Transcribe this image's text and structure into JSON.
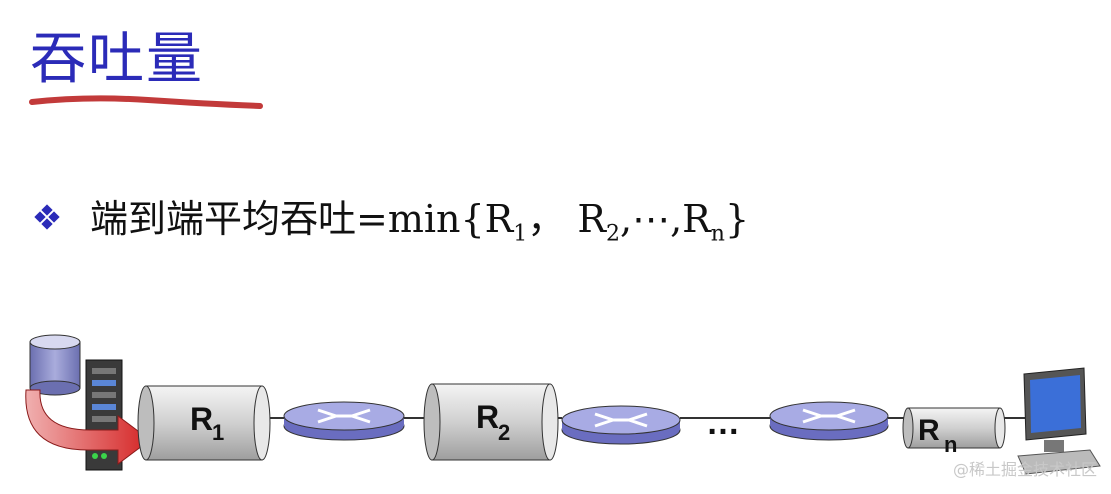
{
  "title": "吞吐量",
  "bullet": {
    "prefix": "端到端平均吞吐=min{R",
    "r1_sub": "1",
    "sep1": "， R",
    "r2_sub": "2",
    "sep2": ",⋯,R",
    "rn_sub": "n",
    "suffix": "}"
  },
  "diagram": {
    "links": [
      {
        "label": "R",
        "sub": "1"
      },
      {
        "label": "R",
        "sub": "2"
      },
      {
        "label": "R",
        "sub": "n"
      }
    ],
    "ellipsis": "…",
    "icons": [
      "database-icon",
      "server-icon",
      "router-icon",
      "computer-icon"
    ]
  },
  "watermark": "@稀土掘金技术社区",
  "colors": {
    "title": "#2b2bb8",
    "underline": "#c23a3a",
    "router": "#8f92d8",
    "pipe": "#d4d4d4",
    "arrow": "#d93030"
  }
}
